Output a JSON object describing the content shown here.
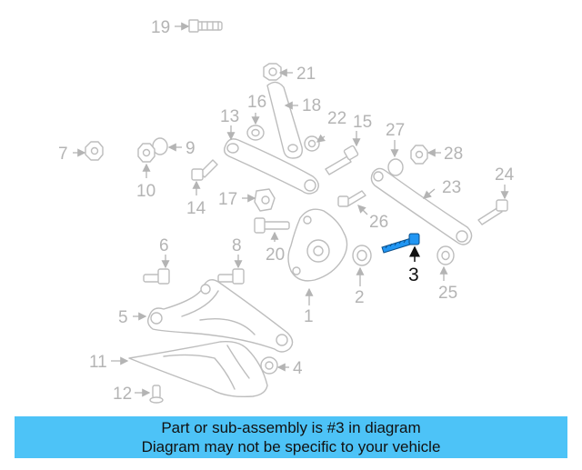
{
  "diagram": {
    "highlight_part": "3",
    "highlight_color": "#2196f3",
    "callouts": [
      "19",
      "21",
      "16",
      "18",
      "13",
      "22",
      "15",
      "27",
      "7",
      "9",
      "28",
      "10",
      "14",
      "24",
      "17",
      "23",
      "26",
      "6",
      "8",
      "20",
      "3",
      "25",
      "2",
      "5",
      "1",
      "11",
      "4",
      "12"
    ]
  },
  "banner": {
    "line1": "Part or sub-assembly is #3 in diagram",
    "line2": "Diagram may not be specific to your vehicle",
    "color": "#4dc3f7"
  }
}
